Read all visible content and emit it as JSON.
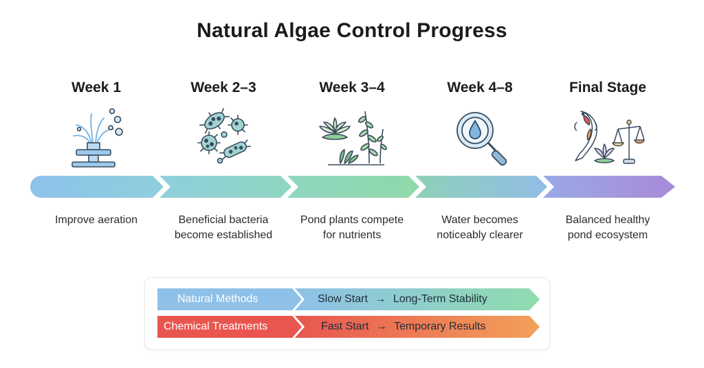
{
  "title": "Natural Algae Control Progress",
  "colors": {
    "timeline_gradient": [
      "#8ec2ea",
      "#8fd3cf",
      "#8fd9a8",
      "#91c8de",
      "#a98ad8"
    ],
    "natural_gradient": [
      "#8fc1e8",
      "#8fdcae"
    ],
    "chemical_gradient": [
      "#e8564f",
      "#f2a15a"
    ],
    "icon_outline": "#3a4a5c"
  },
  "stages": [
    {
      "label": "Week 1",
      "icon": "fountain-icon",
      "description": [
        "Improve aeration"
      ]
    },
    {
      "label": "Week 2–3",
      "icon": "bacteria-icon",
      "description": [
        "Beneficial bacteria",
        "become established"
      ]
    },
    {
      "label": "Week 3–4",
      "icon": "lotus-plants-icon",
      "description": [
        "Pond plants compete",
        "for nutrients"
      ]
    },
    {
      "label": "Week 4–8",
      "icon": "magnifier-water-drop-icon",
      "description": [
        "Water becomes",
        "noticeably clearer"
      ]
    },
    {
      "label": "Final Stage",
      "icon": "koi-lotus-balance-icon",
      "description": [
        "Balanced healthy",
        "pond ecosystem"
      ]
    }
  ],
  "comparison": [
    {
      "label": "Natural Methods",
      "start": "Slow Start",
      "arrow": "→",
      "result": "Long-Term Stability"
    },
    {
      "label": "Chemical Treatments",
      "start": "Fast Start",
      "arrow": "→",
      "result": "Temporary Results"
    }
  ]
}
